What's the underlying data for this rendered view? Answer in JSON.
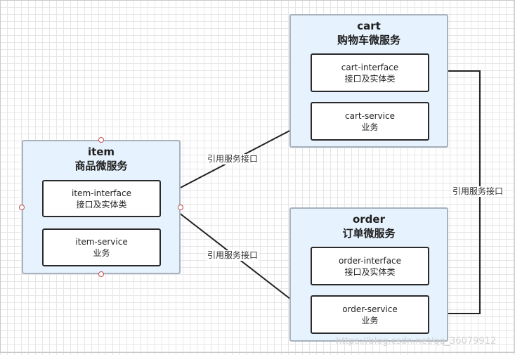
{
  "services": {
    "item": {
      "name": "item",
      "subtitle": "商品微服务",
      "interface": {
        "line1": "item-interface",
        "line2": "接口及实体类"
      },
      "service": {
        "line1": "item-service",
        "line2": "业务"
      }
    },
    "cart": {
      "name": "cart",
      "subtitle": "购物车微服务",
      "interface": {
        "line1": "cart-interface",
        "line2": "接口及实体类"
      },
      "service": {
        "line1": "cart-service",
        "line2": "业务"
      }
    },
    "order": {
      "name": "order",
      "subtitle": "订单微服务",
      "interface": {
        "line1": "order-interface",
        "line2": "接口及实体类"
      },
      "service": {
        "line1": "order-service",
        "line2": "业务"
      }
    }
  },
  "edges": {
    "item_to_cart": "引用服务接口",
    "item_to_order": "引用服务接口",
    "cart_to_order": "引用服务接口"
  },
  "watermark": "https://blog.csdn.net/qq_36079912"
}
